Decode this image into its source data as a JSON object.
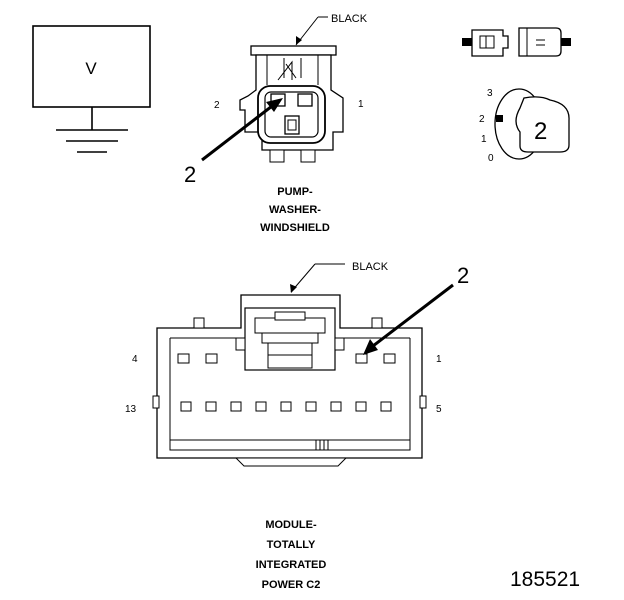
{
  "voltmeter": {
    "symbol": "V"
  },
  "pump_connector": {
    "color_label": "BLACK",
    "pin_left": "2",
    "pin_right": "1",
    "callout": "2",
    "title_lines": [
      "PUMP-",
      "WASHER-",
      "WINDSHIELD"
    ]
  },
  "probe_detail": {
    "positions": [
      "3",
      "2",
      "1",
      "0"
    ],
    "callout": "2"
  },
  "module_connector": {
    "color_label": "BLACK",
    "pin_top_left": "4",
    "pin_top_right": "1",
    "pin_bottom_left": "13",
    "pin_bottom_right": "5",
    "callout": "2",
    "title_lines": [
      "MODULE-",
      "TOTALLY",
      "INTEGRATED",
      "POWER C2"
    ]
  },
  "figure_number": "185521"
}
